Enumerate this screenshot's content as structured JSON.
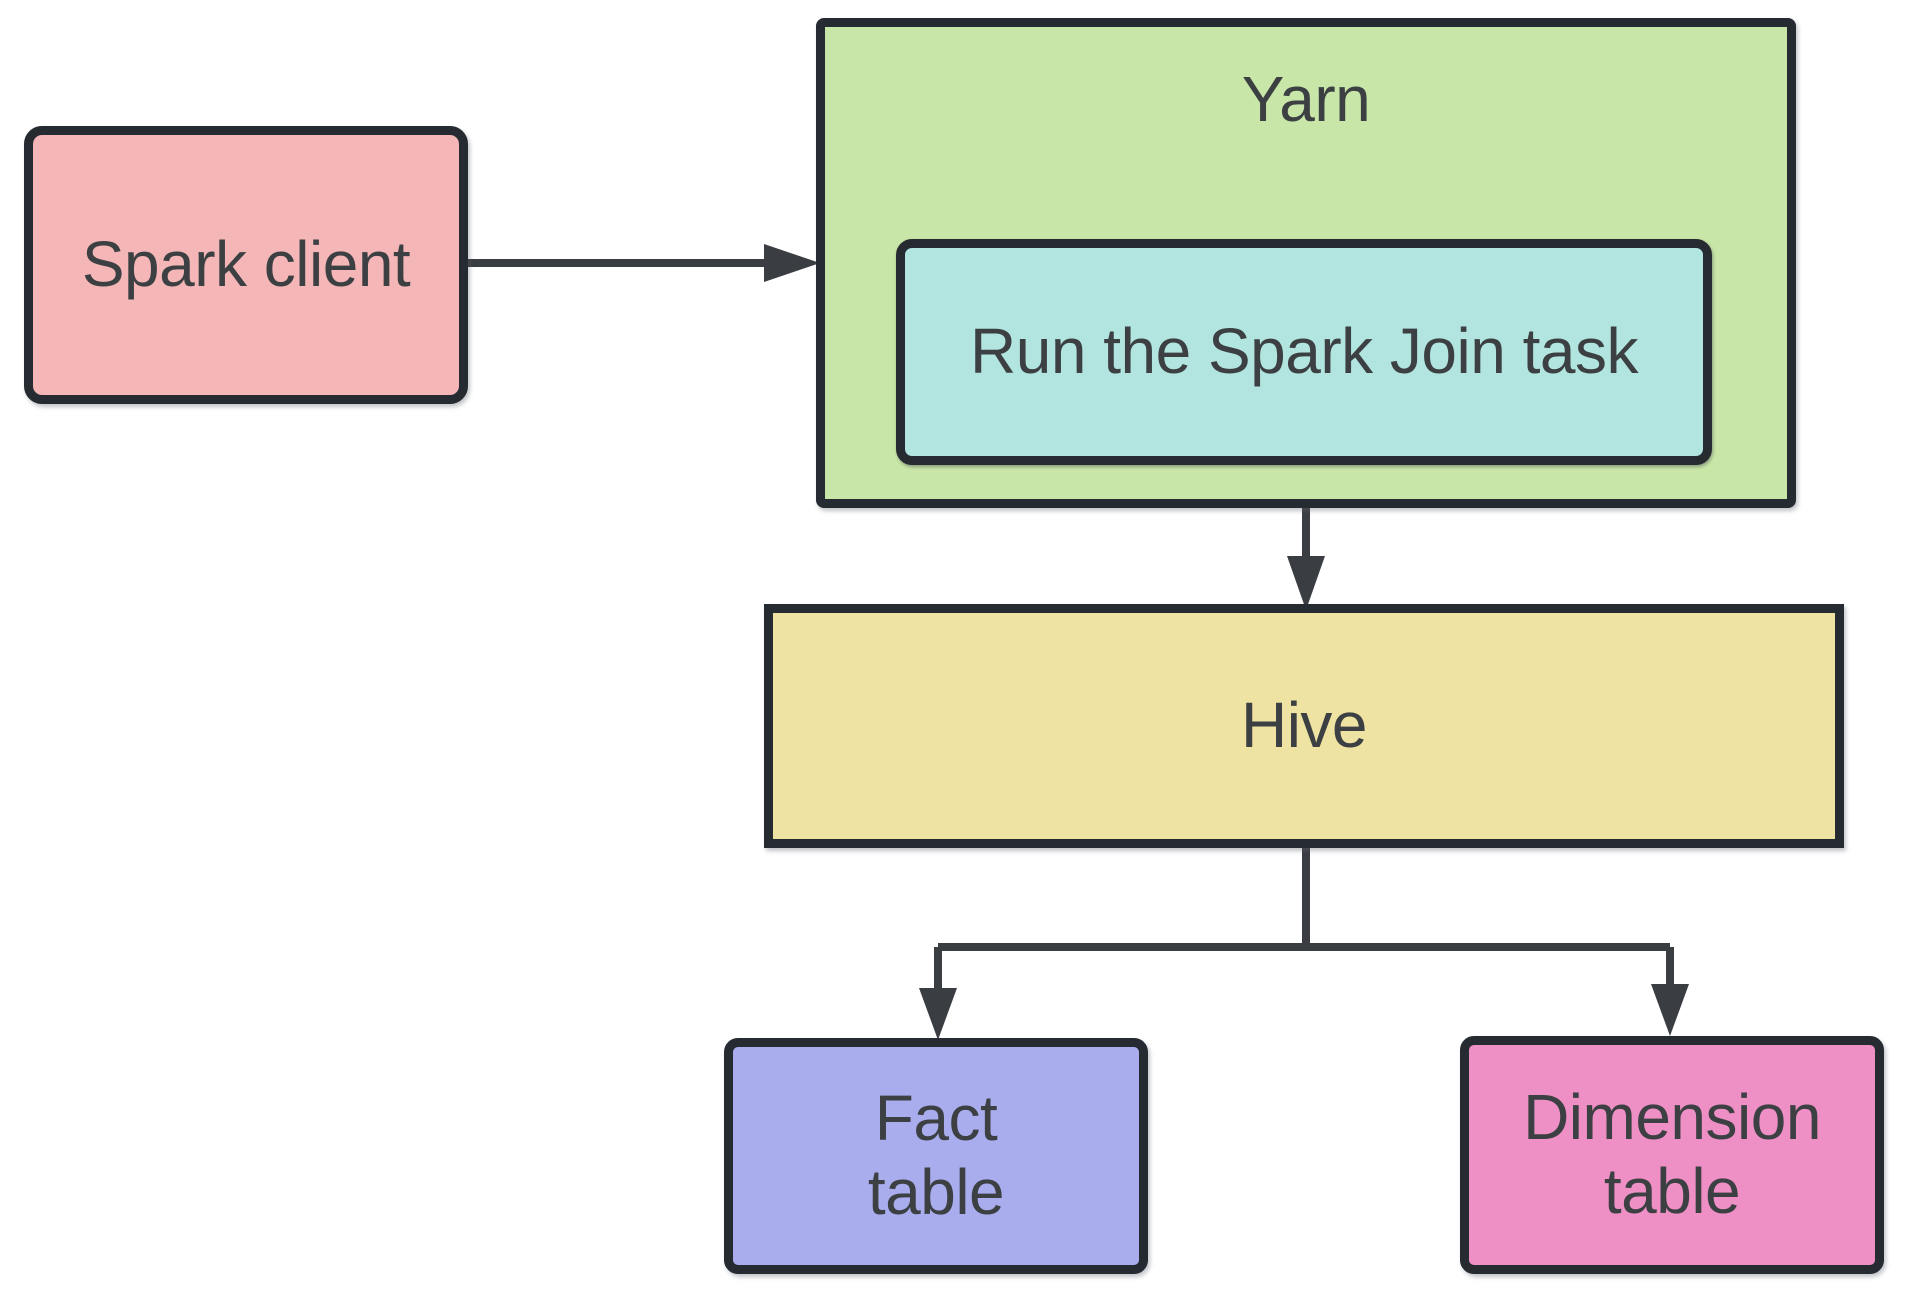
{
  "colors": {
    "background": "#ffffff",
    "box_border": "#262a31",
    "connector": "#3a3d42",
    "text": "#3c4043"
  },
  "diagram": {
    "nodes": {
      "spark_client": {
        "label": "Spark client",
        "fill": "#f4b6b6"
      },
      "yarn": {
        "label": "Yarn",
        "fill": "#c8e6a7"
      },
      "run_spark_join": {
        "label": "Run the Spark Join task",
        "fill": "#b2e5df"
      },
      "hive": {
        "label": "Hive",
        "fill": "#eee3a2"
      },
      "fact_table": {
        "label": "Fact table",
        "lines": [
          "Fact",
          "table"
        ],
        "fill": "#a9adee"
      },
      "dimension_table": {
        "label": "Dimension table",
        "lines": [
          "Dimension",
          "table"
        ],
        "fill": "#ee8fc5"
      }
    },
    "edges": [
      {
        "from": "spark_client",
        "to": "yarn"
      },
      {
        "from": "run_spark_join",
        "to": "hive"
      },
      {
        "from": "hive",
        "to": "fact_table"
      },
      {
        "from": "hive",
        "to": "dimension_table"
      }
    ]
  }
}
